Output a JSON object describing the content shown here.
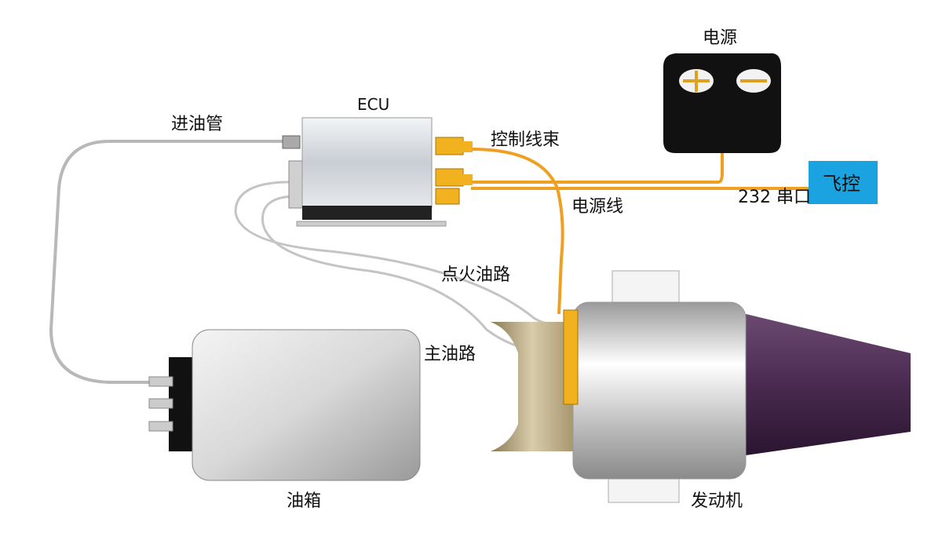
{
  "labels": {
    "power_supply": "电源",
    "ecu": "ECU",
    "fuel_inlet_pipe": "进油管",
    "control_harness": "控制线束",
    "power_cable": "电源线",
    "serial_port": "232 串口",
    "flight_controller": "飞控",
    "ignition_fuel_line": "点火油路",
    "main_fuel_line": "主油路",
    "fuel_tank": "油箱",
    "engine": "发动机"
  },
  "colors": {
    "flight_controller_box": "#1aa3e0",
    "harness": "#f0a020",
    "nozzle": "#4a2a50"
  }
}
